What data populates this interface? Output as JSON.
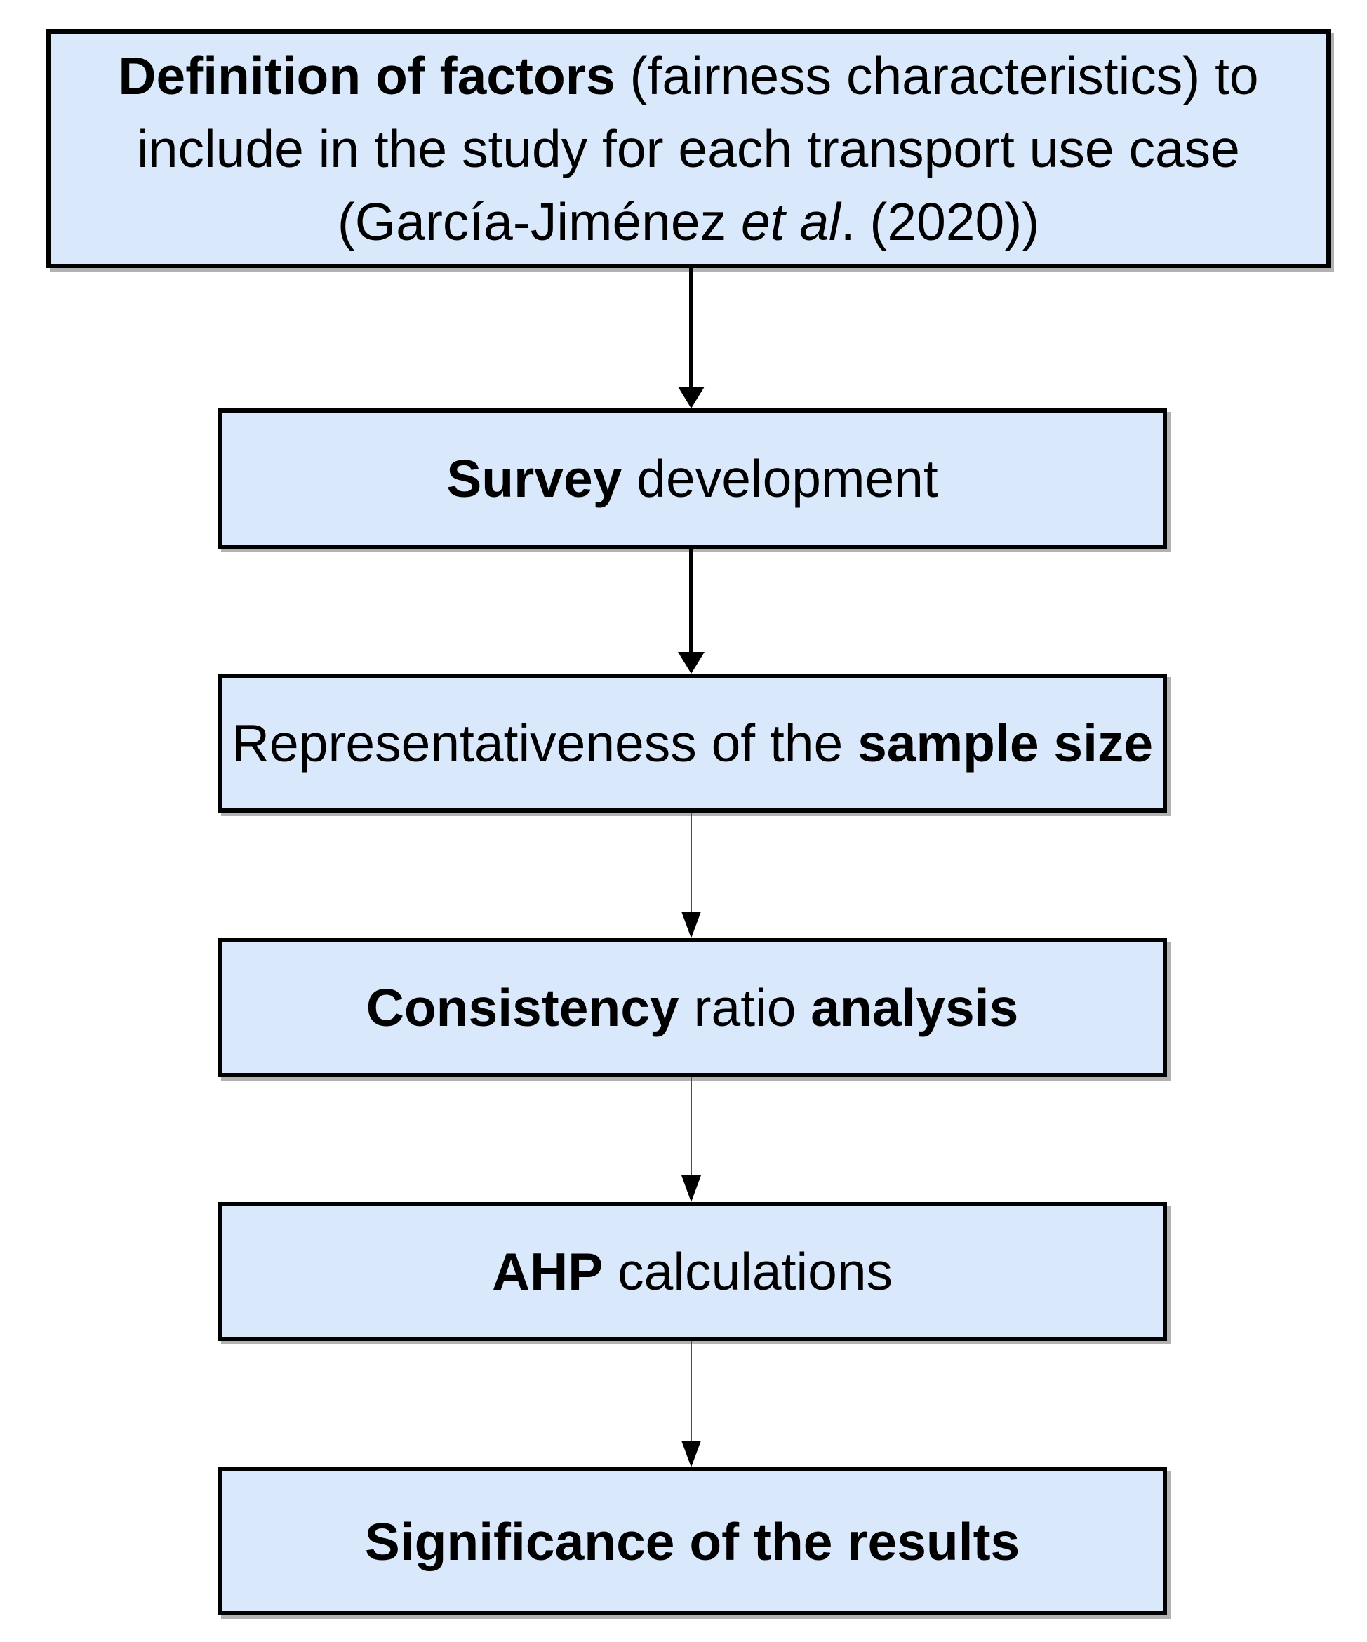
{
  "diagram": {
    "type": "flowchart",
    "direction": "top-down",
    "colors": {
      "box_fill": "#dae8fc",
      "box_border": "#000000",
      "arrow": "#000000",
      "thin_line": "#4d4d4d",
      "text": "#000000",
      "background": "#ffffff"
    },
    "boxes": [
      {
        "id": "definition-of-factors",
        "lines": [
          [
            {
              "text": "Definition of factors",
              "bold": true
            },
            {
              "text": " (fairness characteristics) to",
              "bold": false
            }
          ],
          [
            {
              "text": "include in the study for each transport use case",
              "bold": false
            }
          ],
          [
            {
              "text": "(García-Jiménez ",
              "bold": false
            },
            {
              "text": "et al",
              "bold": false,
              "italic": true
            },
            {
              "text": ". (2020))",
              "bold": false
            }
          ]
        ]
      },
      {
        "id": "survey-development",
        "lines": [
          [
            {
              "text": "Survey",
              "bold": true
            },
            {
              "text": " development",
              "bold": false
            }
          ]
        ]
      },
      {
        "id": "representativeness-of-sample-size",
        "lines": [
          [
            {
              "text": "Representativeness of the ",
              "bold": false
            },
            {
              "text": "sample size",
              "bold": true
            }
          ]
        ]
      },
      {
        "id": "consistency-ratio-analysis",
        "lines": [
          [
            {
              "text": "Consistency",
              "bold": true
            },
            {
              "text": " ratio ",
              "bold": false
            },
            {
              "text": "analysis",
              "bold": true
            }
          ]
        ]
      },
      {
        "id": "ahp-calculations",
        "lines": [
          [
            {
              "text": "AHP",
              "bold": true
            },
            {
              "text": " calculations",
              "bold": false
            }
          ]
        ]
      },
      {
        "id": "significance-of-results",
        "lines": [
          [
            {
              "text": "Significance of the results",
              "bold": true
            }
          ]
        ]
      }
    ],
    "edges": [
      {
        "from": "definition-of-factors",
        "to": "survey-development",
        "style": "thick",
        "arrowhead": "solid-triangle-down"
      },
      {
        "from": "survey-development",
        "to": "representativeness-of-sample-size",
        "style": "thick",
        "arrowhead": "solid-triangle-down"
      },
      {
        "from": "representativeness-of-sample-size",
        "to": "consistency-ratio-analysis",
        "style": "thin",
        "arrowhead": "solid-triangle-down"
      },
      {
        "from": "consistency-ratio-analysis",
        "to": "ahp-calculations",
        "style": "thin",
        "arrowhead": "solid-triangle-down"
      },
      {
        "from": "ahp-calculations",
        "to": "significance-of-results",
        "style": "thin",
        "arrowhead": "solid-triangle-down"
      }
    ]
  }
}
